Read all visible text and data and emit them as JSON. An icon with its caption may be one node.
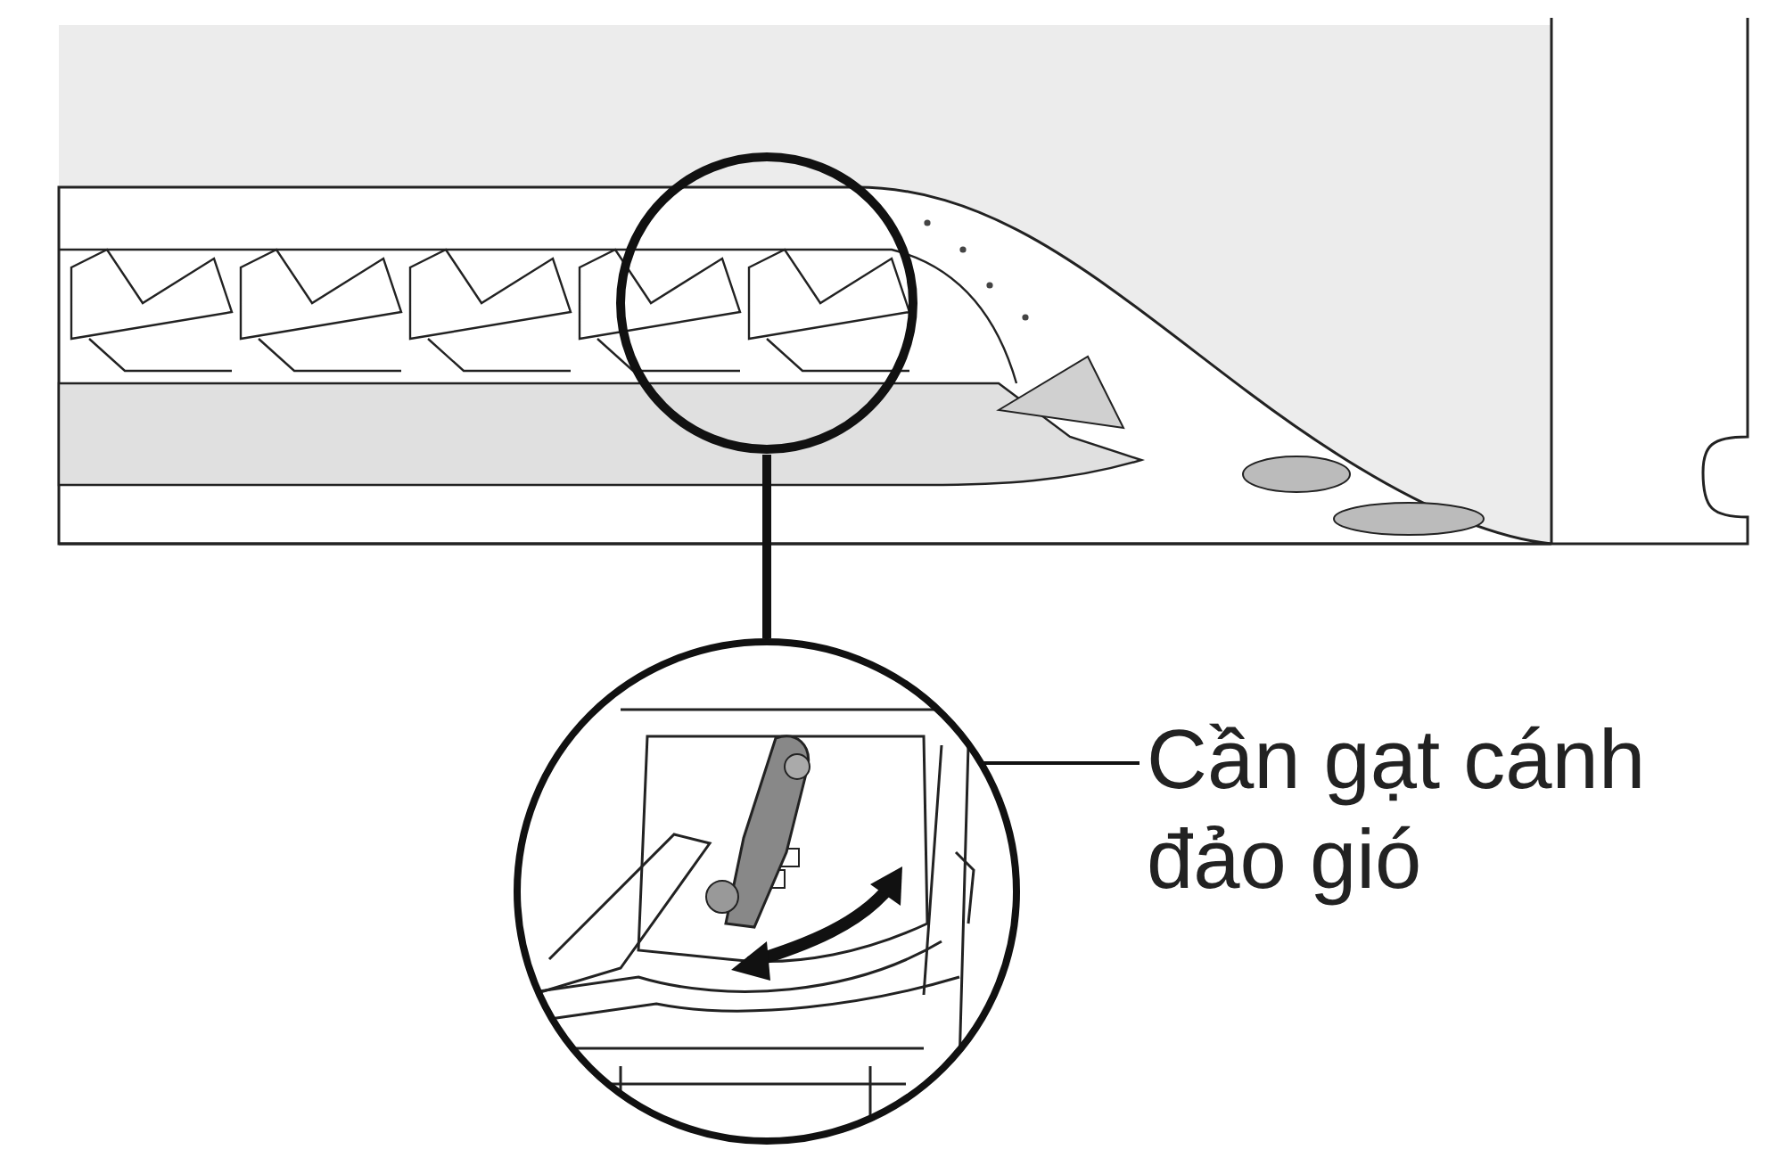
{
  "diagram": {
    "nodes": [
      {
        "text": [],
        "shape": "circle"
      },
      {
        "text": [],
        "shape": "picture"
      },
      {
        "text": [],
        "shape": "picture",
        "in": 1
      },
      {
        "text": [
          "Cần gạt cánh đảo gió"
        ]
      }
    ],
    "edges": [
      {
        "from": 0,
        "to": 1,
        "arrow": "none",
        "style": "thick"
      },
      {
        "from": 3,
        "to": 2,
        "arrow": "none"
      }
    ]
  }
}
